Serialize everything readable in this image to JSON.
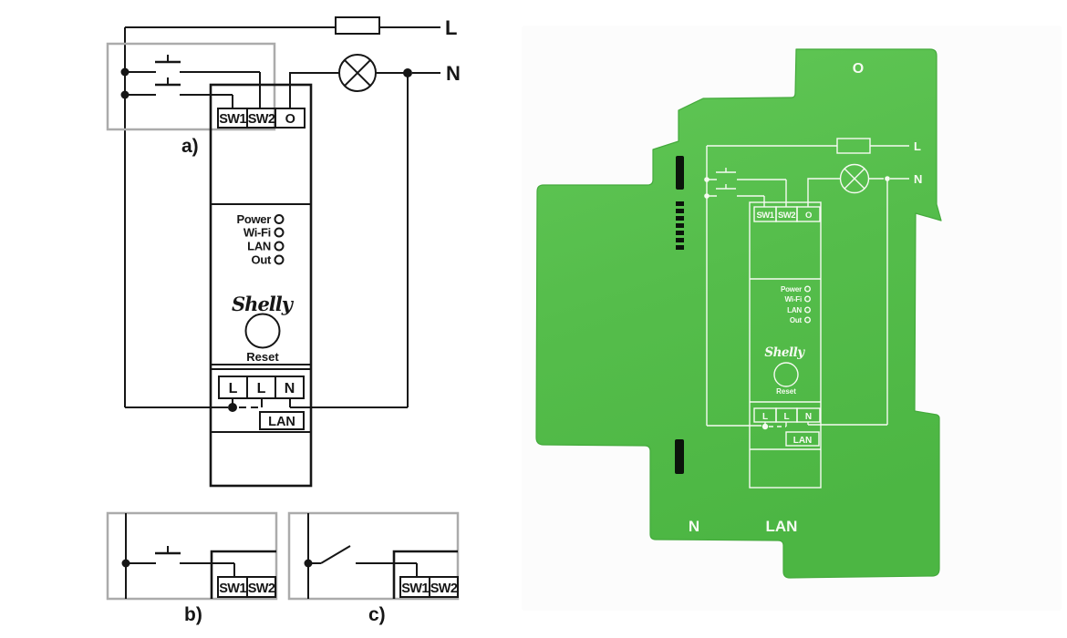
{
  "colors": {
    "diagram_line": "#161616",
    "highlight_box_gray": "#ababab",
    "device_green": "#55bd4b",
    "device_green_light": "#61c756",
    "device_green_dark": "#4cb643",
    "print_white": "#f6fbf2",
    "slot_black": "#0b140b"
  },
  "schematic": {
    "live_label": "L",
    "neutral_label": "N",
    "option_a_label": "a)",
    "option_b_label": "b)",
    "option_c_label": "c)",
    "device": {
      "terminal_sw1": "SW1",
      "terminal_sw2": "SW2",
      "terminal_o": "O",
      "led_power": "Power",
      "led_wifi": "Wi-Fi",
      "led_lan": "LAN",
      "led_out": "Out",
      "brand": "Shelly",
      "reset_label": "Reset",
      "terminal_l1": "L",
      "terminal_l2": "L",
      "terminal_n": "N",
      "lan_port_label": "LAN"
    },
    "option_b": {
      "terminal_sw1": "SW1",
      "terminal_sw2": "SW2"
    },
    "option_c": {
      "terminal_sw1": "SW1",
      "terminal_sw2": "SW2"
    }
  },
  "device_photo": {
    "case_output_label": "O",
    "case_neutral_label": "N",
    "case_lan_label": "LAN",
    "printed_schematic": {
      "live_label": "L",
      "neutral_label": "N",
      "terminal_sw1": "SW1",
      "terminal_sw2": "SW2",
      "terminal_o": "O",
      "led_power": "Power",
      "led_wifi": "Wi-Fi",
      "led_lan": "LAN",
      "led_out": "Out",
      "brand": "Shelly",
      "reset_label": "Reset",
      "terminal_l1": "L",
      "terminal_l2": "L",
      "terminal_n": "N",
      "lan_port_label": "LAN"
    }
  }
}
